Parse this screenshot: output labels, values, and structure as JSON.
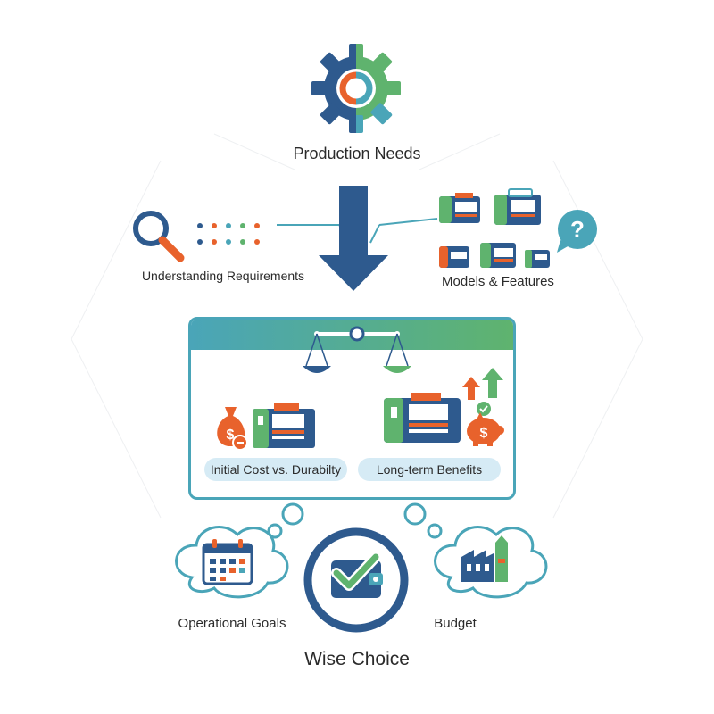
{
  "title": "Production Needs",
  "left_step": {
    "label": "Understanding Requirements"
  },
  "right_step": {
    "label": "Models & Features"
  },
  "panel": {
    "left_pill": "Initial Cost vs. Durabilty",
    "right_pill": "Long-term Benefits"
  },
  "bottom": {
    "left_label": "Operational Goals",
    "right_label": "Budget",
    "result_label": "Wise Choice"
  },
  "colors": {
    "navy": "#2e5a8e",
    "green": "#5fb36e",
    "orange": "#e8622c",
    "teal": "#4aa5b8",
    "pill": "#d6ebf5"
  },
  "icons": [
    "gear-icon",
    "magnifier-icon",
    "machine-icon",
    "question-bubble-icon",
    "balance-scale-icon",
    "money-bag-icon",
    "piggy-bank-icon",
    "calendar-icon",
    "factory-icon",
    "wallet-check-icon"
  ]
}
